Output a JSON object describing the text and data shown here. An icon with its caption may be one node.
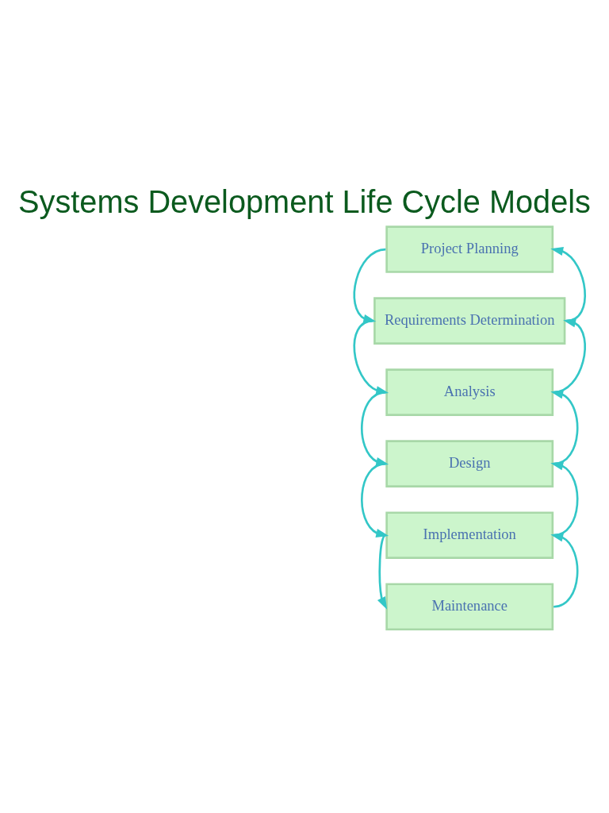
{
  "diagram": {
    "title": "Systems Development Life Cycle Models",
    "nodes": [
      {
        "text": [
          "Project Planning"
        ]
      },
      {
        "text": [
          "Requirements Determination"
        ]
      },
      {
        "text": [
          "Analysis"
        ]
      },
      {
        "text": [
          "Design"
        ]
      },
      {
        "text": [
          "Implementation"
        ]
      },
      {
        "text": [
          "Maintenance"
        ]
      }
    ],
    "edges": [
      {
        "from": 0,
        "to": 1,
        "arrow": "to"
      },
      {
        "from": 1,
        "to": 0,
        "arrow": "to"
      },
      {
        "from": 1,
        "to": 2,
        "arrow": "to"
      },
      {
        "from": 2,
        "to": 1,
        "arrow": "to"
      },
      {
        "from": 2,
        "to": 3,
        "arrow": "to"
      },
      {
        "from": 3,
        "to": 2,
        "arrow": "to"
      },
      {
        "from": 3,
        "to": 4,
        "arrow": "to"
      },
      {
        "from": 4,
        "to": 3,
        "arrow": "to"
      },
      {
        "from": 4,
        "to": 5,
        "arrow": "to"
      },
      {
        "from": 5,
        "to": 4,
        "arrow": "to"
      }
    ]
  }
}
